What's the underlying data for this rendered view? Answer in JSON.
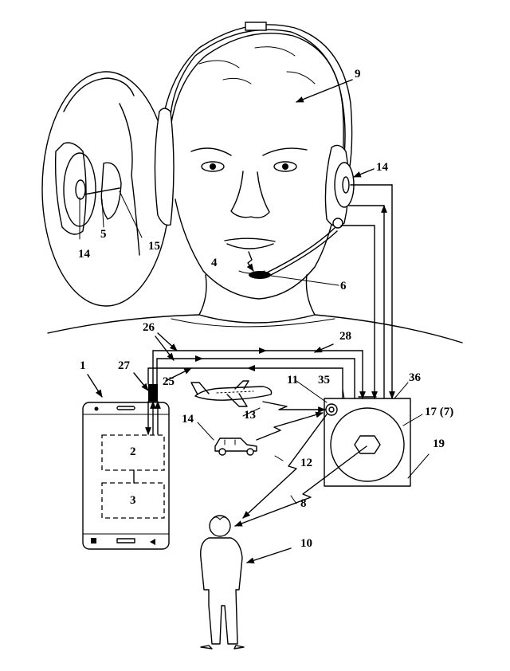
{
  "labels": {
    "l1": "1",
    "l2": "2",
    "l3": "3",
    "l4": "4",
    "l5": "5",
    "l6": "6",
    "l8": "8",
    "l9": "9",
    "l10": "10",
    "l11": "11",
    "l12": "12",
    "l13": "13",
    "l14_head": "14",
    "l14_inset": "14",
    "l14_car": "14",
    "l15": "15",
    "l17": "17 (7)",
    "l19": "19",
    "l25": "25",
    "l26": "26",
    "l27": "27",
    "l28": "28",
    "l35": "35",
    "l36": "36"
  }
}
